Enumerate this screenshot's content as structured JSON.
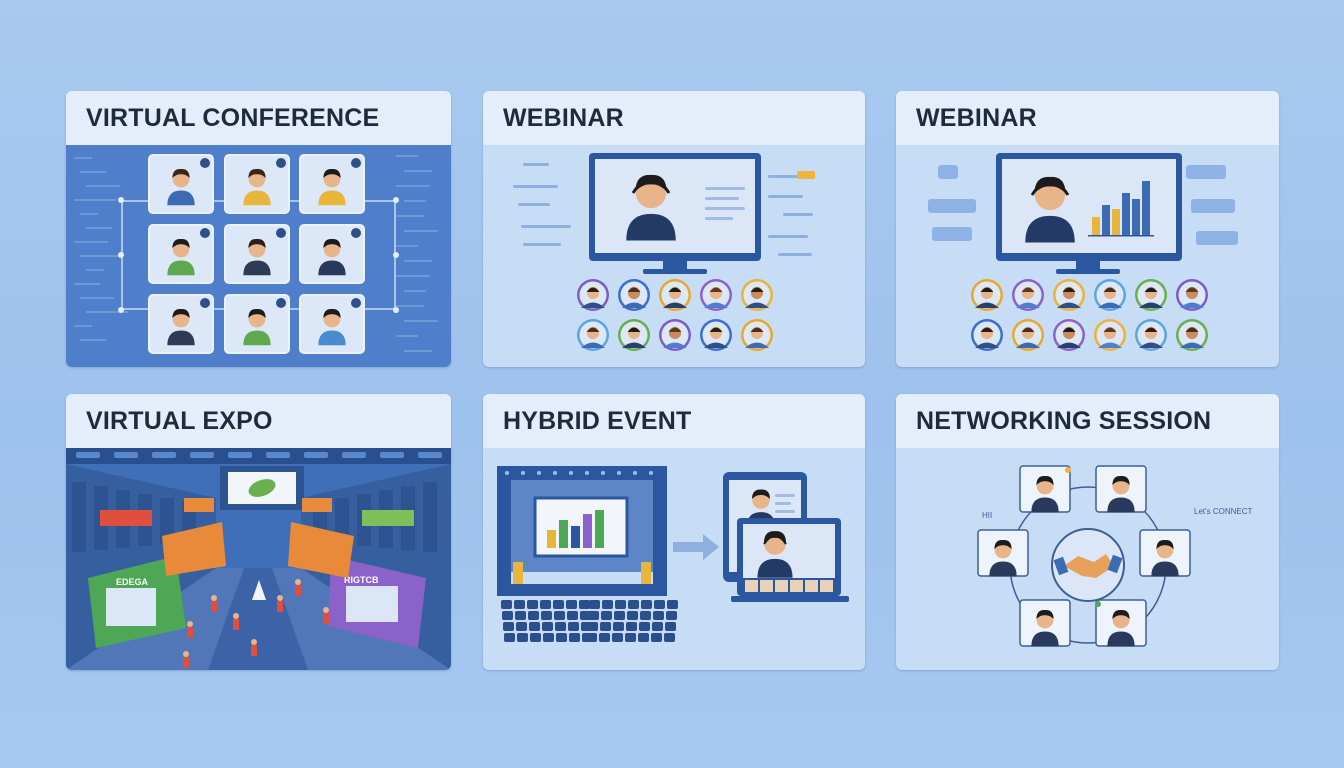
{
  "cards": [
    {
      "id": "virtual-conference",
      "title": "VIRTUAL CONFERENCE"
    },
    {
      "id": "webinar-1",
      "title": "WEBINAR"
    },
    {
      "id": "webinar-2",
      "title": "WEBINAR"
    },
    {
      "id": "virtual-expo",
      "title": "VIRTUAL EXPO",
      "booth_signs": [
        "EDEGA",
        "RIGTCB"
      ]
    },
    {
      "id": "hybrid-event",
      "title": "HYBRID EVENT"
    },
    {
      "id": "networking-session",
      "title": "NETWORKING SESSION",
      "side_labels": [
        "HII",
        "Let's CONNECT"
      ]
    }
  ],
  "colors": {
    "background": "#a3c5ee",
    "card_header": "#e4eefb",
    "card_body": "#c7dcf5",
    "dark_blue": "#1f4f8f",
    "accent_blue": "#4b78c2",
    "title_text": "#1f2b3d",
    "skin": "#e8b48a",
    "avatar_rings": [
      "#7b5cc8",
      "#3a6fd0",
      "#e7a92b",
      "#8a62c9",
      "#eab33a",
      "#5aa6e0",
      "#6aae4f"
    ]
  },
  "icons": [
    "avatar-icon",
    "headset-icon",
    "handshake-icon",
    "rocket-icon",
    "leaf-icon",
    "bar-chart-icon",
    "chat-bubble-icon"
  ]
}
